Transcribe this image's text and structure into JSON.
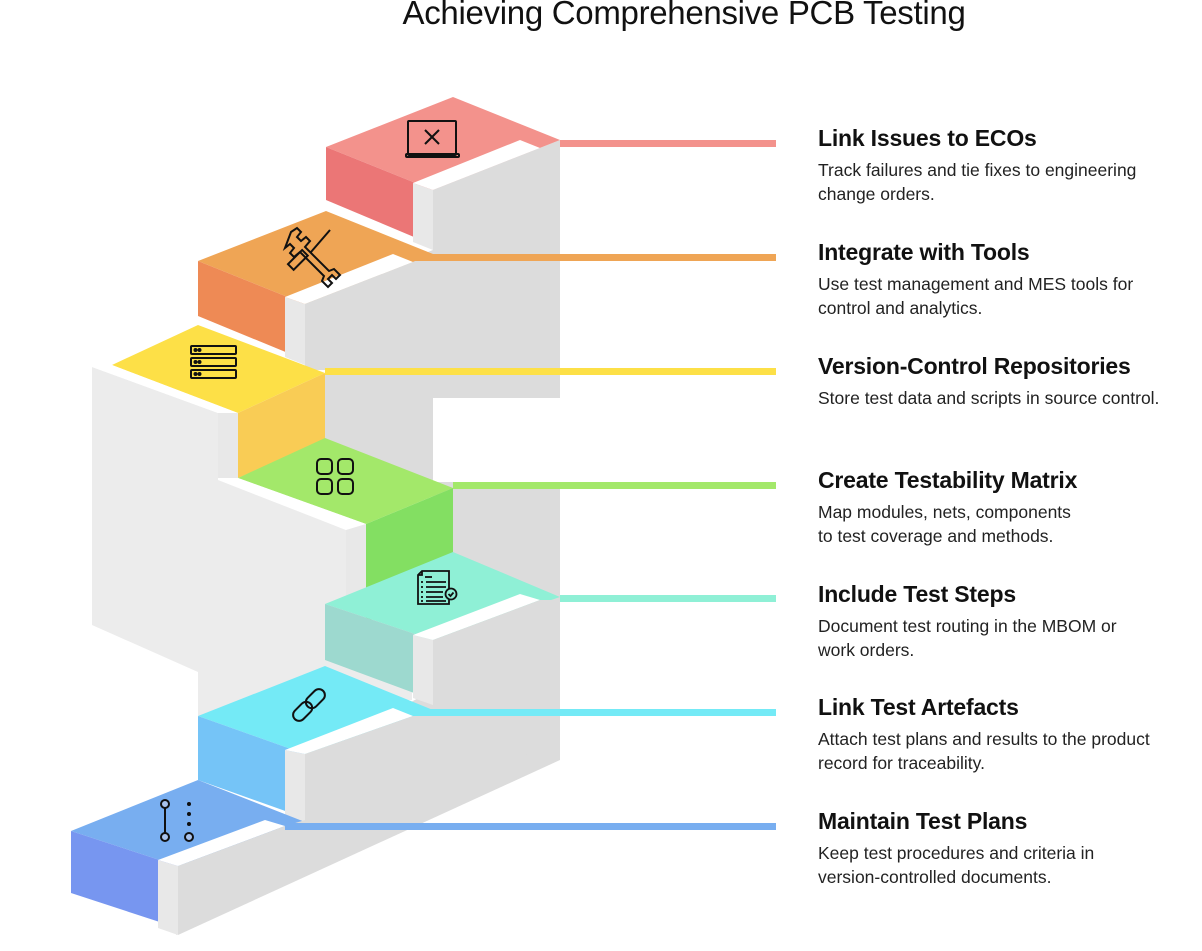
{
  "title": "Achieving Comprehensive PCB Testing",
  "steps": [
    {
      "heading": "Link Issues to ECOs",
      "description": "Track failures and tie fixes to engineering\nchange orders.",
      "icon": "laptop-x-icon",
      "color": "#F3928C"
    },
    {
      "heading": "Integrate with Tools",
      "description": "Use test management and MES tools for\ncontrol and analytics.",
      "icon": "wrench-screwdriver-icon",
      "color": "#EFA555"
    },
    {
      "heading": "Version-Control Repositories",
      "description": "Store test data and scripts in source control.",
      "icon": "server-stack-icon",
      "color": "#FDE047"
    },
    {
      "heading": "Create Testability Matrix",
      "description": "Map modules, nets, components\nto test coverage and methods.",
      "icon": "grid-icon",
      "color": "#A3E86A"
    },
    {
      "heading": "Include Test Steps",
      "description": "Document test routing in the MBOM or\nwork orders.",
      "icon": "document-check-icon",
      "color": "#8FF0D6"
    },
    {
      "heading": "Link Test Artefacts",
      "description": "Attach test plans and results to the product\nrecord for traceability.",
      "icon": "chain-link-icon",
      "color": "#74EAF6"
    },
    {
      "heading": "Maintain Test Plans",
      "description": "Keep test procedures and criteria in\nversion-controlled documents.",
      "icon": "git-branch-icon",
      "color": "#78AEF0"
    }
  ]
}
